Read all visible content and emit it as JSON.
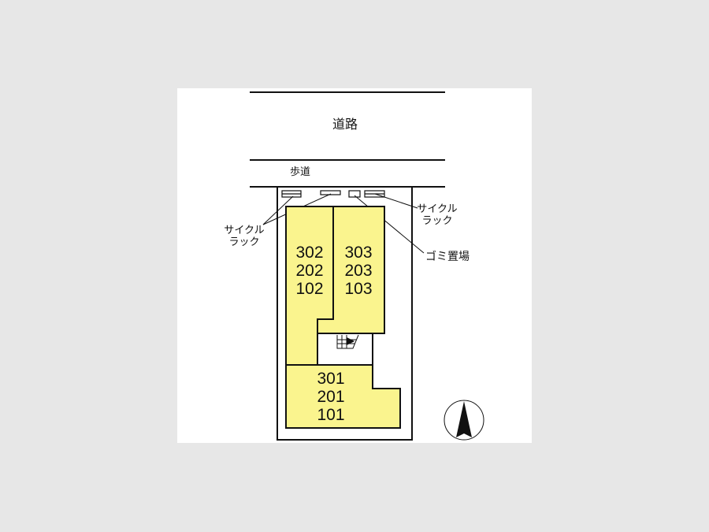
{
  "labels": {
    "road": "道路",
    "sidewalk": "歩道",
    "cycle_rack_left": [
      "サイクル",
      "ラック"
    ],
    "cycle_rack_right": [
      "サイクル",
      "ラック"
    ],
    "garbage": "ゴミ置場"
  },
  "buildings": [
    {
      "units": [
        "302",
        "202",
        "102"
      ]
    },
    {
      "units": [
        "303",
        "203",
        "103"
      ]
    },
    {
      "units": [
        "301",
        "201",
        "101"
      ]
    }
  ],
  "colors": {
    "background": "#e7e7e7",
    "panel": "#ffffff",
    "building_fill": "#faf48e",
    "line": "#111111"
  },
  "icons": {
    "compass": "north-arrow-icon",
    "stairs": "stairs-icon"
  }
}
